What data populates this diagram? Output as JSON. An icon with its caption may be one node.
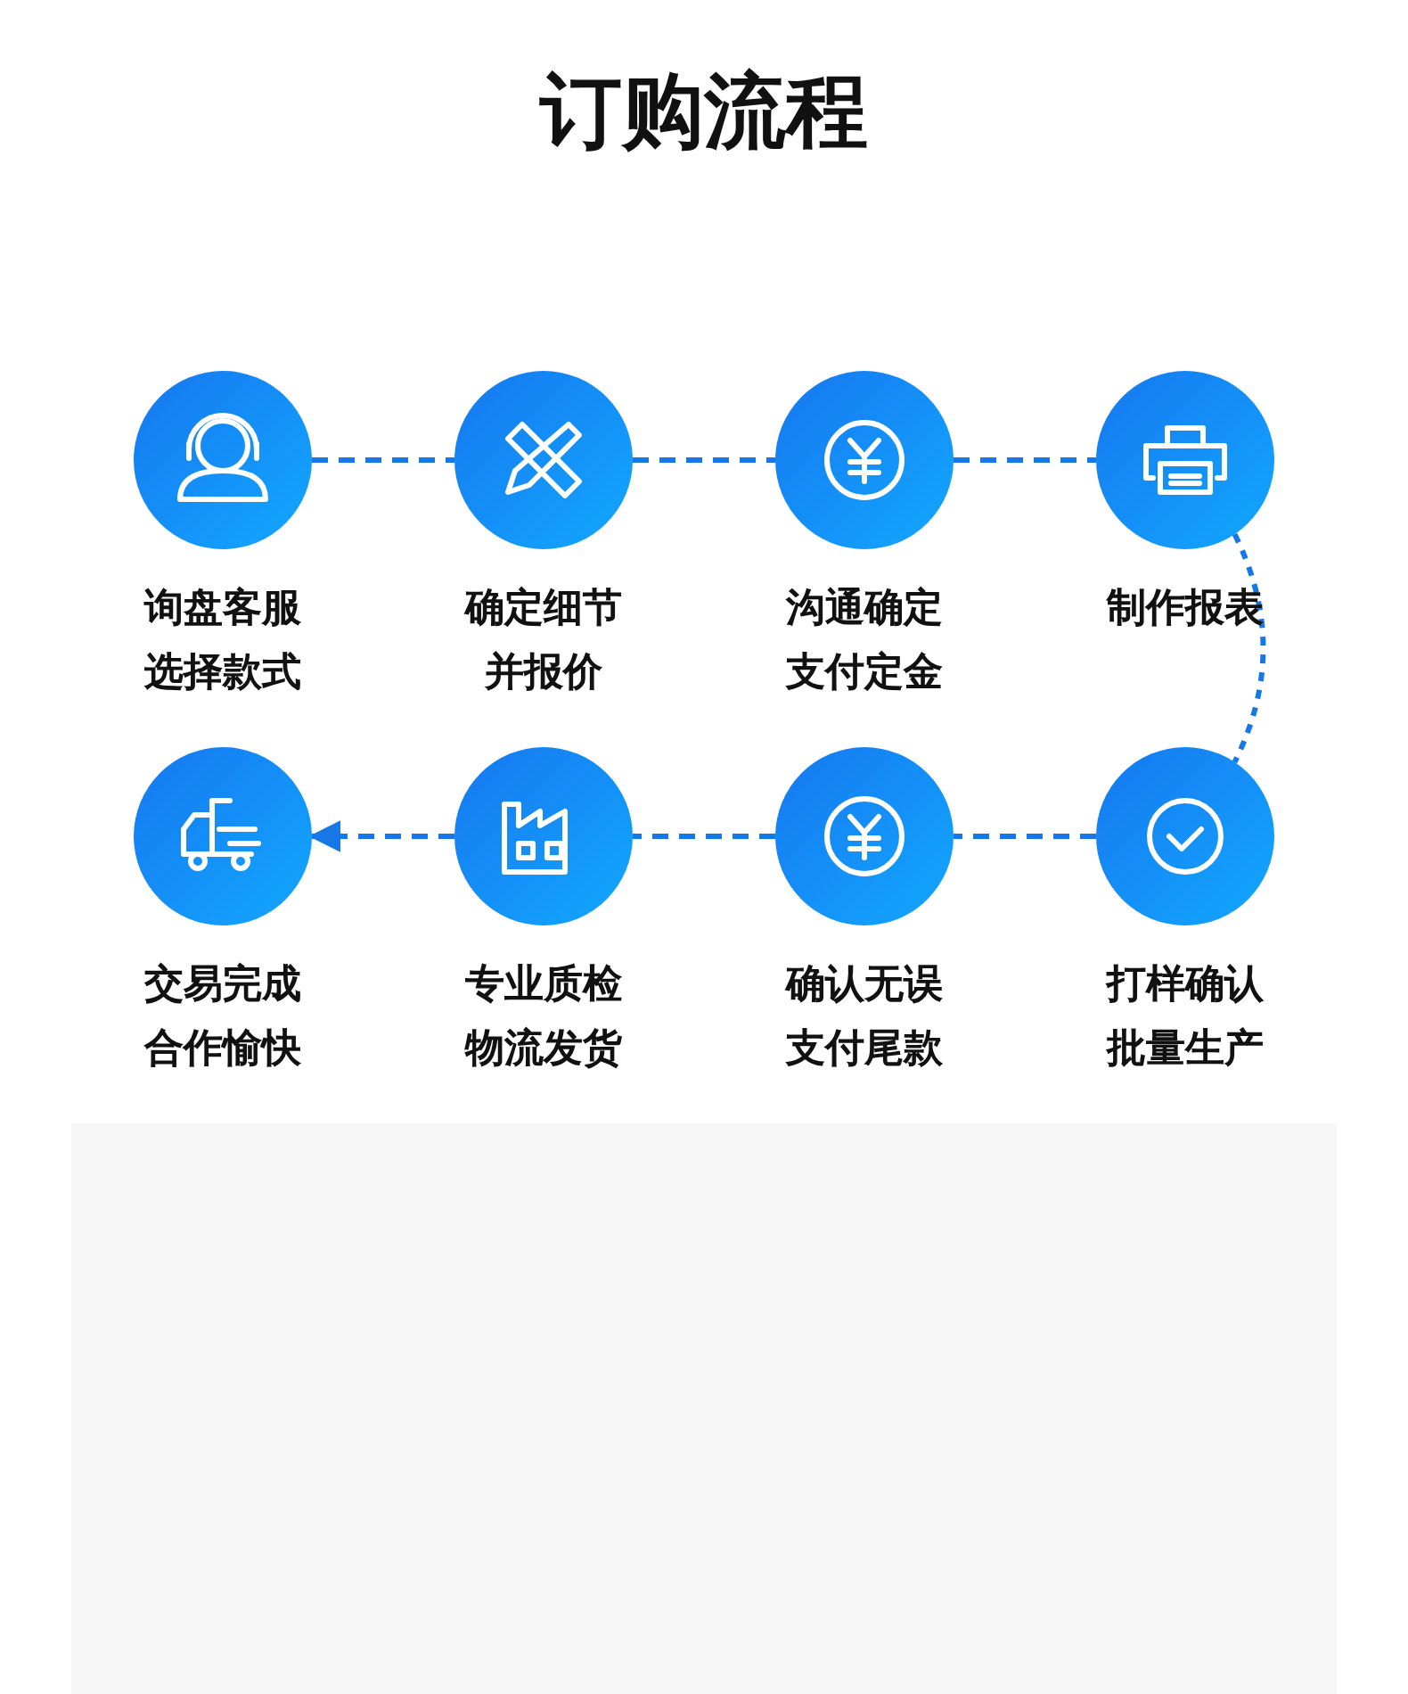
{
  "diagram": {
    "title": "订购流程",
    "nodes": [
      {
        "text": [
          "询盘客服",
          "选择款式"
        ]
      },
      {
        "text": [
          "确定细节",
          "并报价"
        ]
      },
      {
        "text": [
          "沟通确定",
          "支付定金"
        ]
      },
      {
        "text": [
          "制作报表"
        ]
      },
      {
        "text": [
          "交易完成",
          "合作愉快"
        ]
      },
      {
        "text": [
          "专业质检",
          "物流发货"
        ]
      },
      {
        "text": [
          "确认无误",
          "支付尾款"
        ]
      },
      {
        "text": [
          "打样确认",
          "批量生产"
        ]
      }
    ],
    "edges": [
      {
        "from": 0,
        "to": 1,
        "arrow": "none",
        "style": "dashed"
      },
      {
        "from": 1,
        "to": 2,
        "arrow": "none",
        "style": "dashed"
      },
      {
        "from": 2,
        "to": 3,
        "arrow": "none",
        "style": "dashed"
      },
      {
        "from": 3,
        "to": 7,
        "arrow": "none",
        "style": "dashed"
      },
      {
        "from": 7,
        "to": 6,
        "arrow": "none",
        "style": "dashed"
      },
      {
        "from": 6,
        "to": 5,
        "arrow": "none",
        "style": "dashed"
      },
      {
        "from": 5,
        "to": 4,
        "arrow": "to",
        "style": "dashed"
      }
    ]
  }
}
